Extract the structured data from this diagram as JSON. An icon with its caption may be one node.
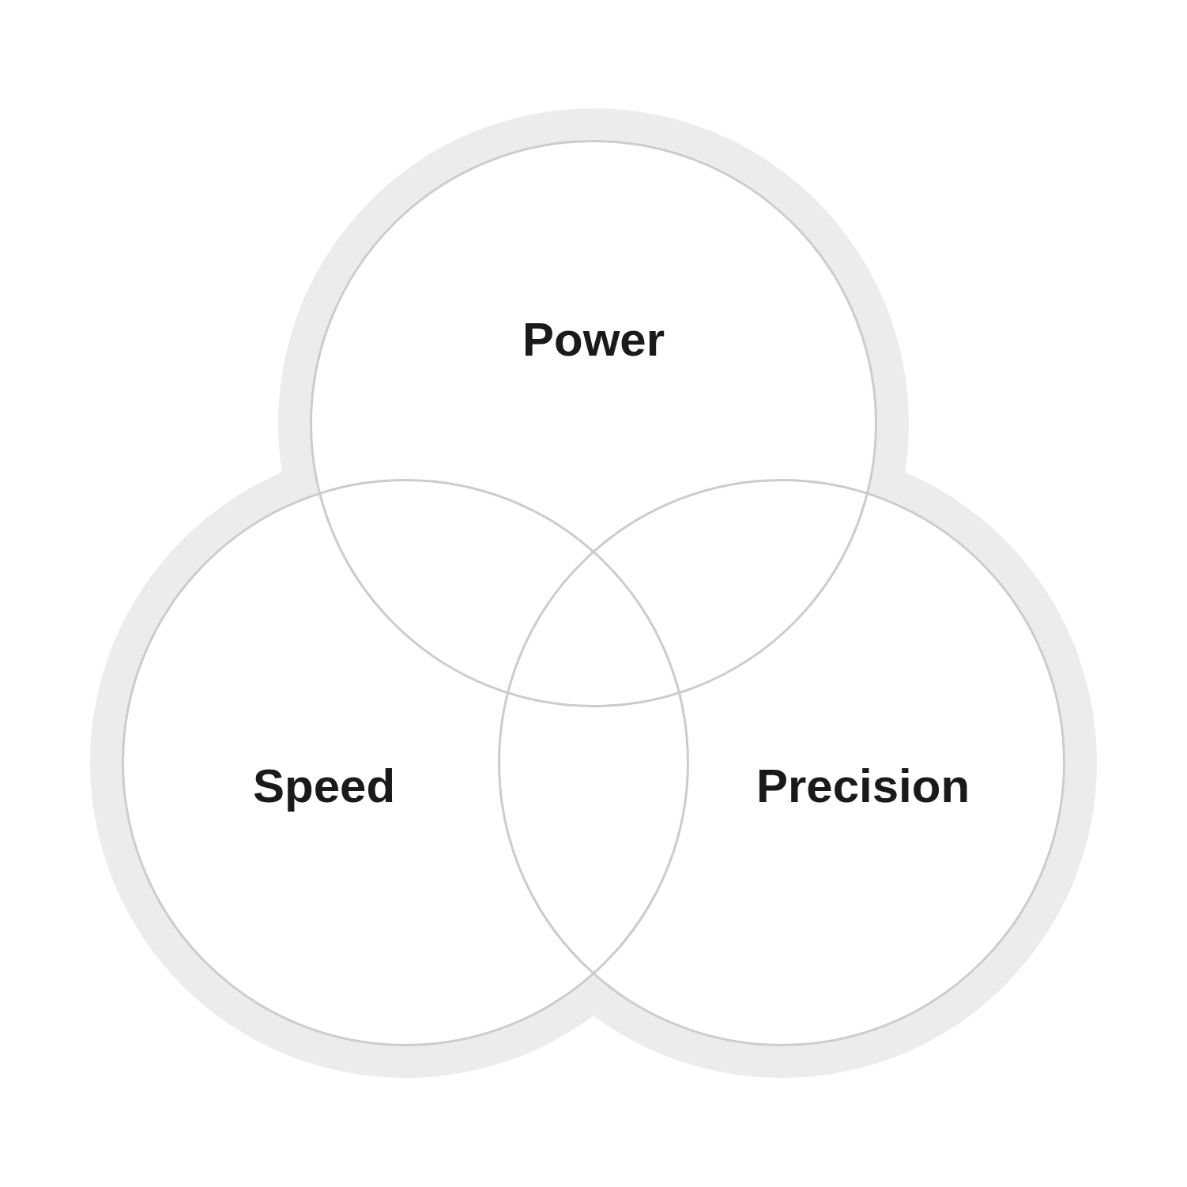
{
  "diagram": {
    "nodes": [
      {
        "text": [
          "Power"
        ]
      },
      {
        "text": [
          "Speed"
        ]
      },
      {
        "text": [
          "Precision"
        ]
      }
    ]
  }
}
